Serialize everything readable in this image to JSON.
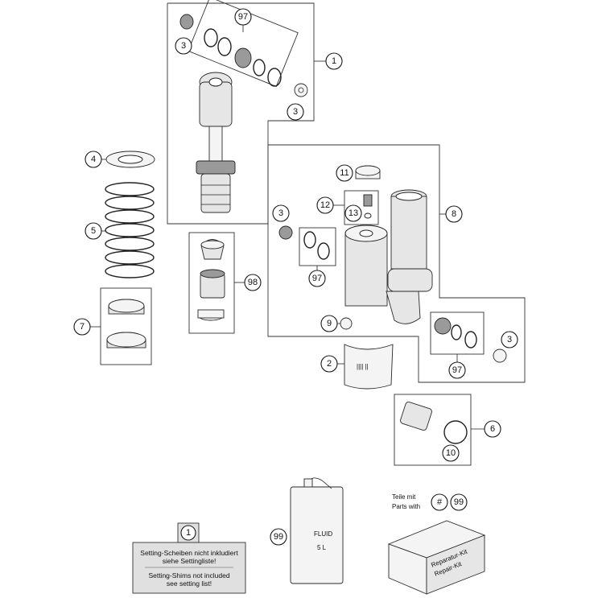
{
  "callouts": {
    "c1": "1",
    "c2": "2",
    "c3a": "3",
    "c3b": "3",
    "c3c": "3",
    "c3d": "3",
    "c4": "4",
    "c5": "5",
    "c6": "6",
    "c7": "7",
    "c8": "8",
    "c9": "9",
    "c10": "10",
    "c11": "11",
    "c12": "12",
    "c13": "13",
    "c97a": "97",
    "c97b": "97",
    "c97c": "97",
    "c98": "98",
    "c99": "99",
    "note_ref": "1",
    "kit_hash": "#",
    "kit_ref": "99"
  },
  "kit_info": {
    "line1": "Teile mit",
    "line2": "Parts with"
  },
  "note": {
    "de_line1": "Setting-Scheiben nicht inkludiert",
    "de_line2": "siehe Settingliste!",
    "en_line1": "Setting-Shims not included",
    "en_line2": "see setting list!"
  },
  "labels": {
    "fluid_line1": "FLUID",
    "fluid_line2": "5 L",
    "box_line1": "Reparatur-Kit",
    "box_line2": "Repair-Kit"
  }
}
